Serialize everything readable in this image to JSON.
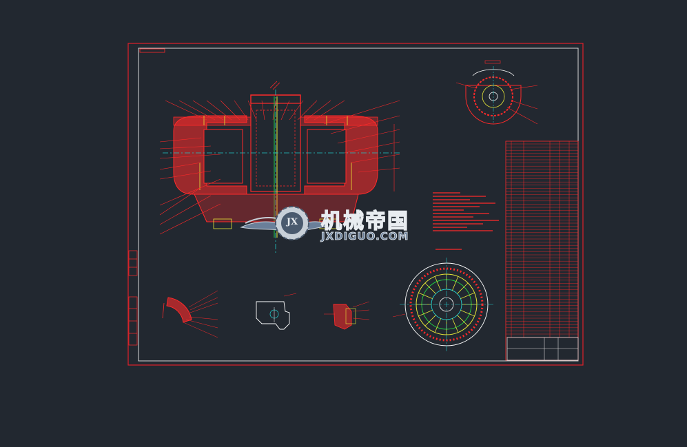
{
  "colors": {
    "background": "#222830",
    "frame": "#e0202a",
    "inner_frame": "#d8d8d8",
    "drawing_red": "#ff2a2a",
    "cyan": "#22c8c8",
    "yellow": "#e8e838",
    "green": "#22cc44",
    "watermark_steel": "#c8d0d8",
    "watermark_blue": "#6a7f99"
  },
  "watermark": {
    "chinese": "机械帝国",
    "english": "JXDIGUO.COM",
    "emblem": "JX"
  }
}
